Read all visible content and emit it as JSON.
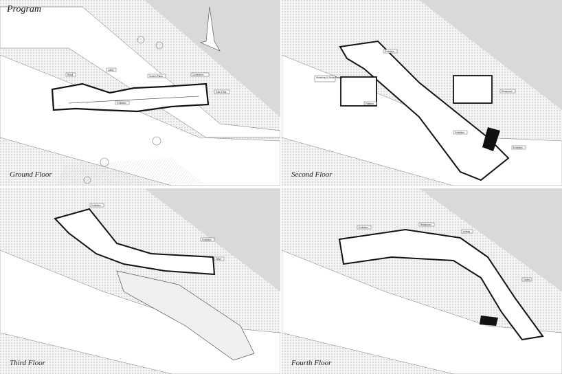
{
  "header": {
    "title": "Program"
  },
  "colors": {
    "dots": "#9a9a9a",
    "walls": "#111111",
    "water": "#d9d9d9"
  },
  "panels": [
    {
      "label": "Ground Floor",
      "tags": [
        "Retail",
        "Lobby",
        "Exhibition",
        "Cafe & Bar",
        "Conference",
        "Sunken Plaza"
      ]
    },
    {
      "label": "Second Floor",
      "tags": [
        "Workshop & Studio Rooms",
        "Exhibition",
        "Platform",
        "Exhibition",
        "Restaurant",
        "Exhibition"
      ]
    },
    {
      "label": "Third Floor",
      "tags": [
        "Exhibition",
        "Exhibition",
        "Office"
      ]
    },
    {
      "label": "Fourth Floor",
      "tags": [
        "Exhibition",
        "Restaurant",
        "Activity",
        "Gallery"
      ]
    }
  ]
}
